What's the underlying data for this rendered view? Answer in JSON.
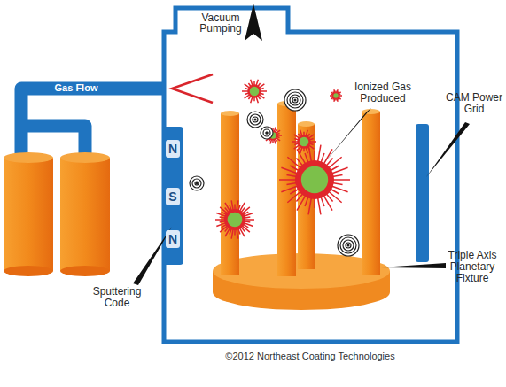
{
  "diagram": {
    "nodes": [
      {
        "text": [
          "N"
        ]
      },
      {
        "text": [
          "S"
        ]
      },
      {
        "text": [
          "N"
        ]
      }
    ],
    "labels": [
      "Vacuum Pumping",
      "Gas Flow",
      "Ionized Gas Produced",
      "CAM Power Grid",
      "Sputtering Code",
      "Triple Axis Planetary Fixture",
      "©2012 Northeast Coating Technologies"
    ]
  }
}
